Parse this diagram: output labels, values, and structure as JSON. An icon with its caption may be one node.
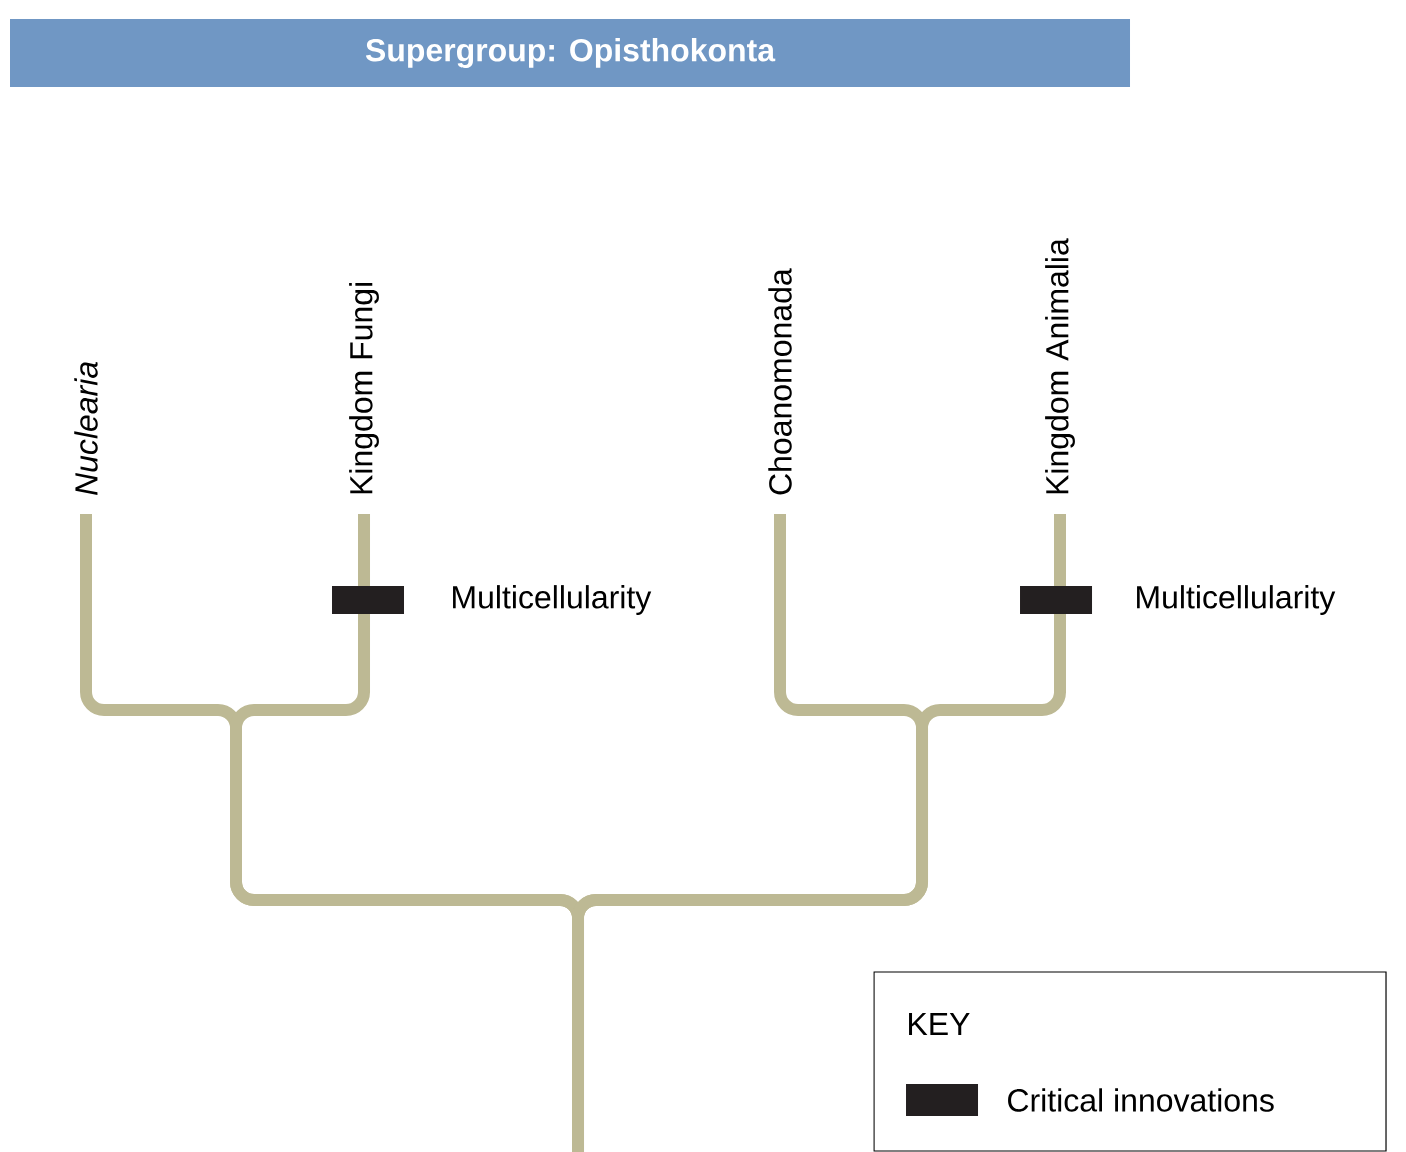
{
  "diagram": {
    "title": "Supergroup: Opisthokonta",
    "nodes": [
      {
        "text": [
          "*Nuclearia*"
        ]
      },
      {
        "text": [
          "Kingdom Fungi"
        ]
      },
      {
        "text": [
          "Choanomonada"
        ]
      },
      {
        "text": [
          "Kingdom Animalia"
        ]
      }
    ],
    "edges": [
      {
        "from": null,
        "to": 0,
        "arrow": "none"
      },
      {
        "from": null,
        "to": 1,
        "arrow": "none"
      },
      {
        "from": null,
        "to": 2,
        "arrow": "none"
      },
      {
        "from": null,
        "to": 3,
        "arrow": "none"
      }
    ],
    "labels": [
      "Multicellularity",
      "Multicellularity",
      "KEY"
    ],
    "legend": [
      {
        "text": "Critical innovations",
        "color": "#231f20"
      }
    ]
  }
}
